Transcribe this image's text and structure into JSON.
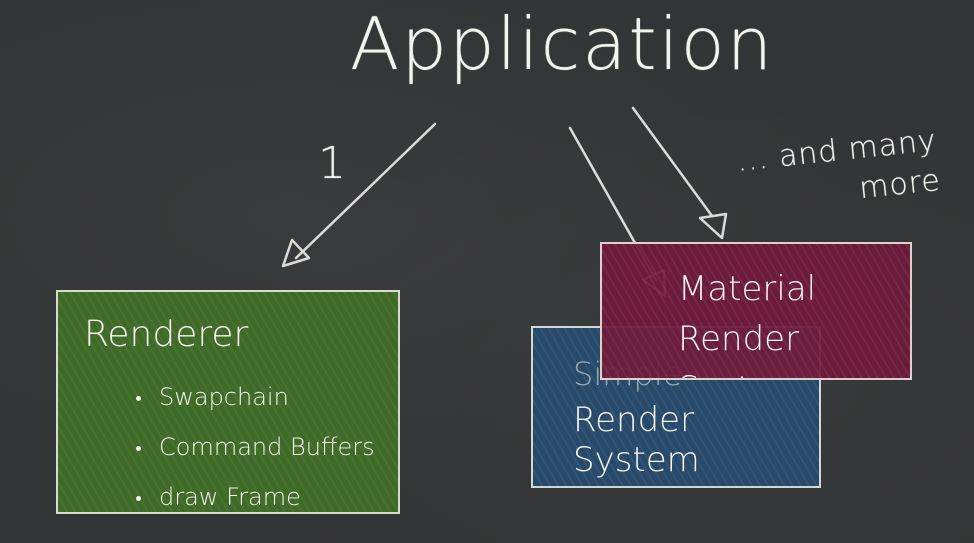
{
  "title": "Application",
  "arrow_label": "1",
  "note": {
    "line1": "... and many",
    "line2": "more"
  },
  "renderer": {
    "title": "Renderer",
    "bullets": [
      "Swapchain",
      "Command Buffers",
      "draw Frame"
    ]
  },
  "simple_system": {
    "line1": "Simple",
    "line2": "Render System"
  },
  "material_system": {
    "line1": "Material",
    "line2": "Render System"
  },
  "colors": {
    "background": "#333435",
    "renderer": "#3f6a27",
    "simple_system": "#284a6a",
    "material_system": "#701a3a",
    "chalk": "#f4f4ef"
  }
}
